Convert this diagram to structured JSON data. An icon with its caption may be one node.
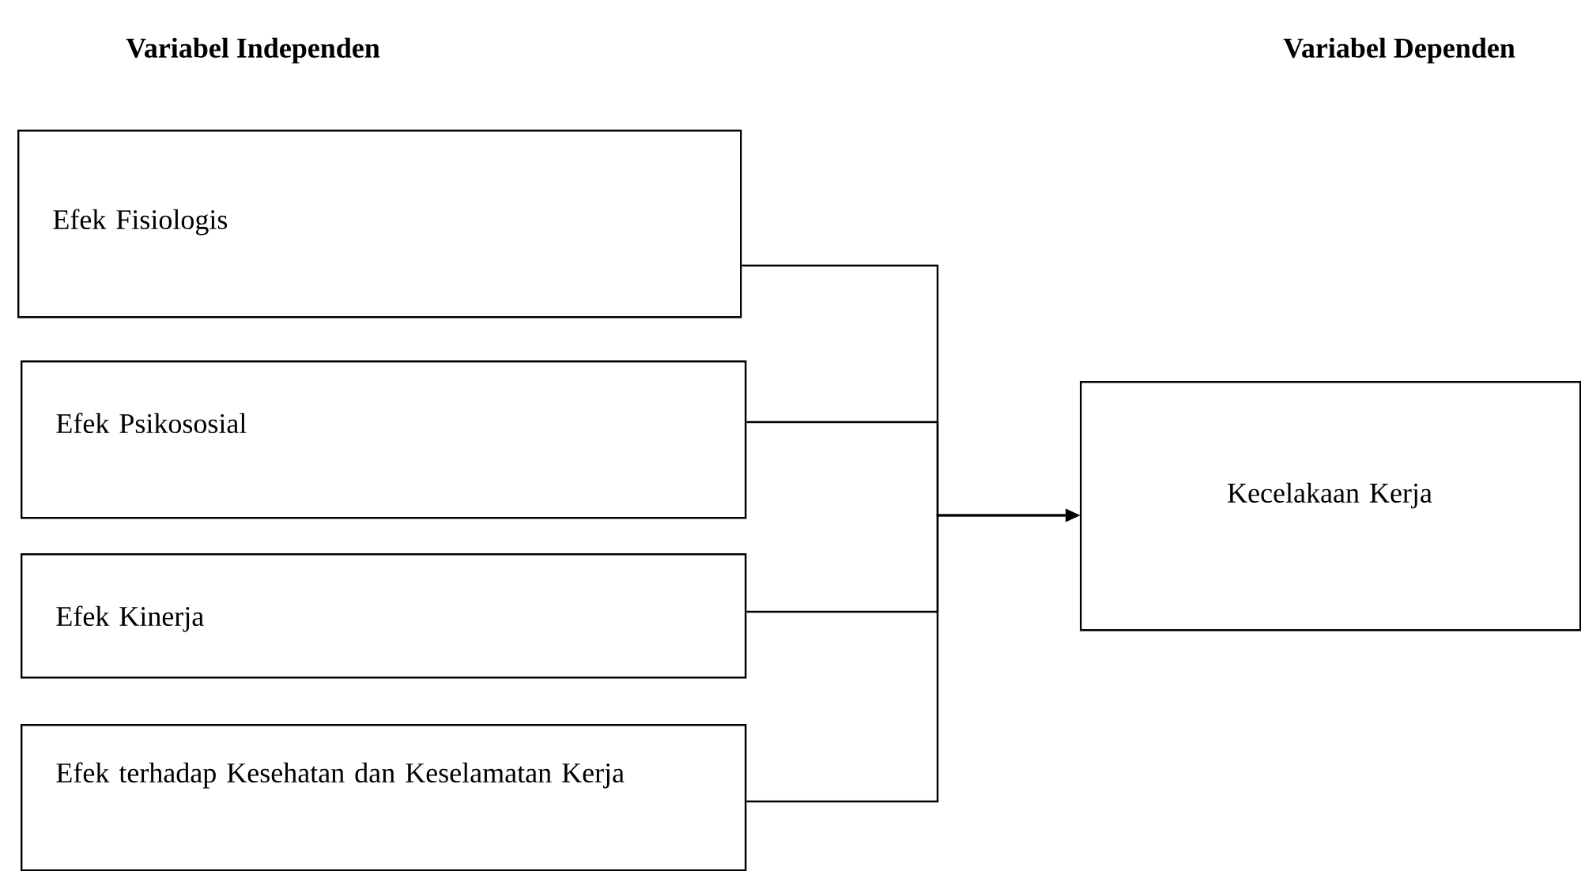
{
  "diagram": {
    "nodes": [
      {
        "text": [
          "Efek Fisiologis"
        ]
      },
      {
        "text": [
          "Efek Psikososial"
        ]
      },
      {
        "text": [
          "Efek Kinerja"
        ]
      },
      {
        "text": [
          "Efek terhadap Kesehatan dan Keselamatan Kerja"
        ]
      },
      {
        "text": [
          "Kecelakaan Kerja"
        ]
      }
    ],
    "edges": [
      {
        "from": 0,
        "to": 4,
        "arrow": "to"
      },
      {
        "from": 1,
        "to": 4,
        "arrow": "to"
      },
      {
        "from": 2,
        "to": 4,
        "arrow": "to"
      },
      {
        "from": 3,
        "to": 4,
        "arrow": "to"
      }
    ],
    "labels": [
      "Variabel Independen",
      "Variabel Dependen"
    ]
  }
}
